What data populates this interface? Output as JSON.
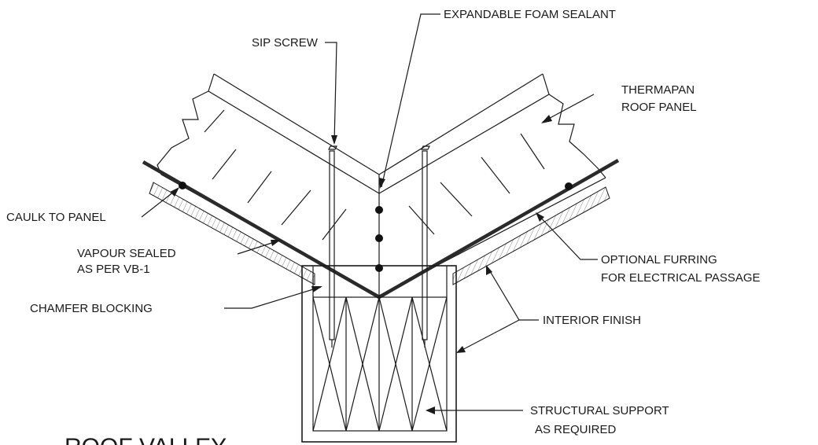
{
  "title": "ROOF VALLEY",
  "labels": {
    "sip_screw": "SIP SCREW",
    "foam_sealant": "EXPANDABLE FOAM SEALANT",
    "roof_panel_1": "THERMAPAN",
    "roof_panel_2": "ROOF PANEL",
    "caulk": "CAULK TO PANEL",
    "vapour_1": "VAPOUR SEALED",
    "vapour_2": "AS PER VB-1",
    "furring_1": "OPTIONAL FURRING",
    "furring_2": "FOR ELECTRICAL PASSAGE",
    "chamfer": "CHAMFER BLOCKING",
    "interior": "INTERIOR FINISH",
    "structural_1": "STRUCTURAL SUPPORT",
    "structural_2": "AS REQUIRED"
  }
}
